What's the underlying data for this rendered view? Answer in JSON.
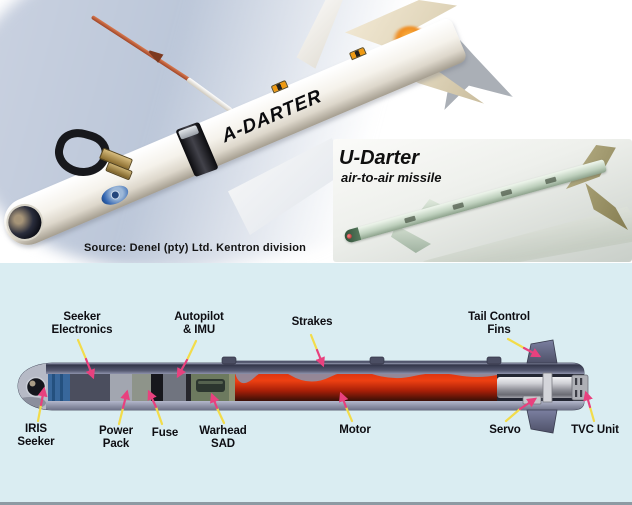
{
  "photos": {
    "a_darter": {
      "body_marking": "A-DARTER",
      "source_caption": "Source: Denel (pty) Ltd. Kentron division"
    },
    "u_darter": {
      "title": "U-Darter",
      "subtitle": "air-to-air missile"
    }
  },
  "diagram": {
    "labels": {
      "seeker_electronics": "Seeker\nElectronics",
      "autopilot_imu": "Autopilot\n& IMU",
      "strakes": "Strakes",
      "tail_control_fins": "Tail Control\nFins",
      "iris_seeker": "IRIS\nSeeker",
      "power_pack": "Power\nPack",
      "fuse": "Fuse",
      "warhead_sad": "Warhead\nSAD",
      "motor": "Motor",
      "servo": "Servo",
      "tvc_unit": "TVC Unit"
    },
    "colors": {
      "panel_background": "#daedf2",
      "leader_yellow": "#f2dc4a",
      "leader_pink": "#e8417e",
      "motor_red": "#d8300f",
      "casing_gray_blue": "#565a72",
      "steel_tvc": "#cfd0d5",
      "warhead_green": "#6d7a5f"
    }
  }
}
